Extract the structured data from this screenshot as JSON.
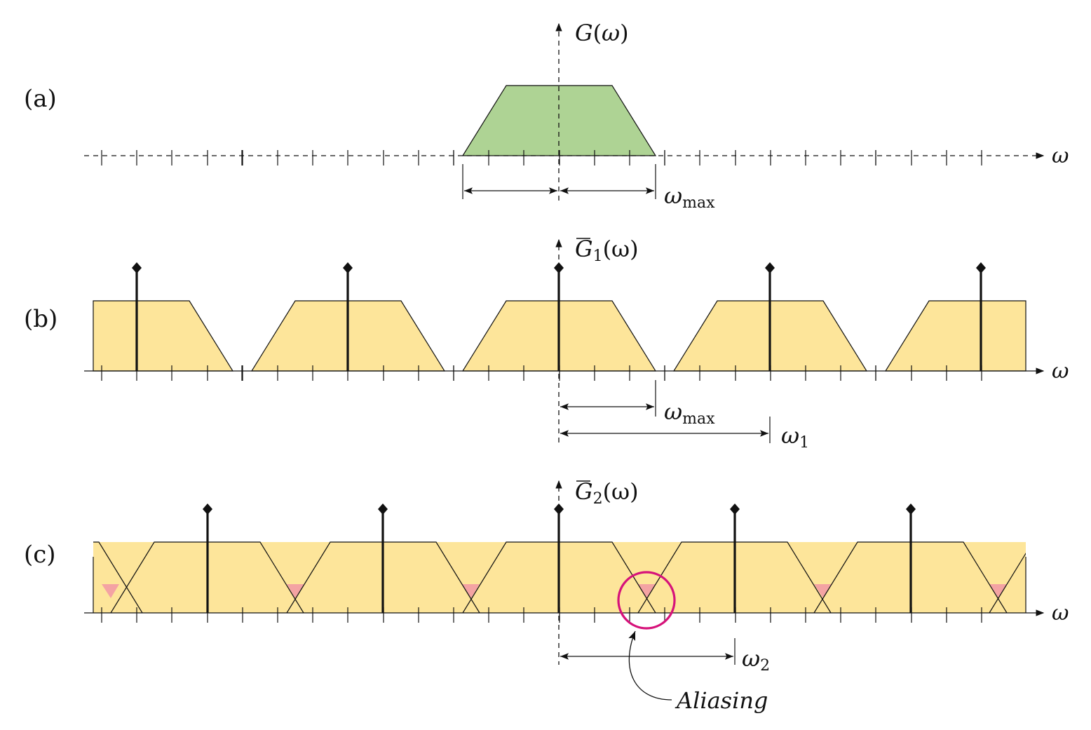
{
  "panels": {
    "a": {
      "tag": "(a)",
      "ylabel": "G(ω)",
      "xlabel": "ω",
      "dim_label": "ω",
      "dim_sub": "max"
    },
    "b": {
      "tag": "(b)",
      "ylabel_base": "G",
      "ylabel_sub": "1",
      "ylabel_tail": "(ω)",
      "xlabel": "ω",
      "dim1_label": "ω",
      "dim1_sub": "max",
      "dim2_label": "ω",
      "dim2_sub": "1"
    },
    "c": {
      "tag": "(c)",
      "ylabel_base": "G",
      "ylabel_sub": "2",
      "ylabel_tail": "(ω)",
      "xlabel": "ω",
      "dim_label": "ω",
      "dim_sub": "2",
      "annotation": "Aliasing"
    }
  },
  "colors": {
    "original_spectrum": "#aed394",
    "replica_spectrum": "#fde59a",
    "overlap": "#f4a3a3",
    "aliasing_circle": "#d6127a",
    "stroke": "#111111"
  }
}
